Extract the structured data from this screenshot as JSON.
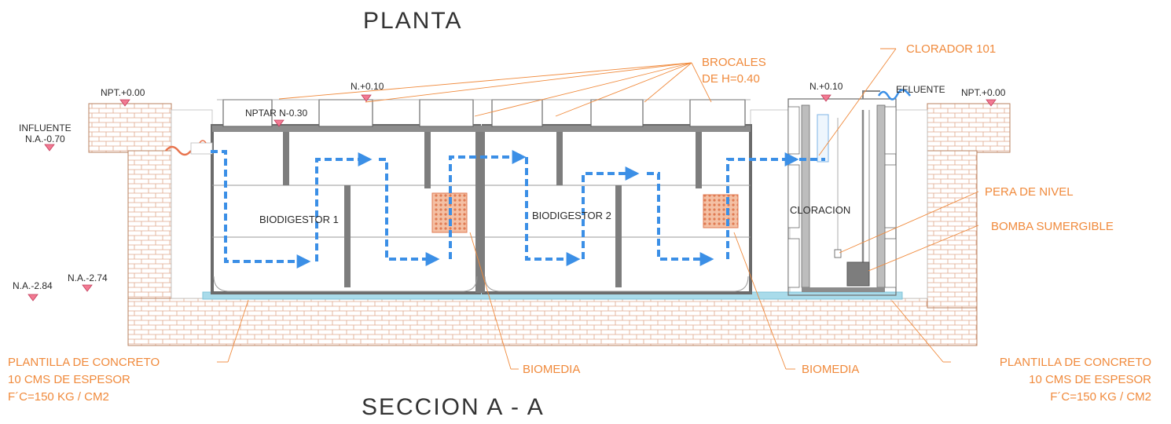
{
  "titles": {
    "top": "PLANTA",
    "bottom": "SECCION A - A"
  },
  "levels": {
    "npt_left": "NPT.+0.00",
    "n_plus_010_left": "N.+0.10",
    "nptar": "NPTAR N-0.30",
    "influente": "INFLUENTE",
    "na_070": "N.A.-0.70",
    "n_plus_010_right": "N.+0.10",
    "efluente": "EFLUENTE",
    "npt_right": "NPT.+0.00",
    "na_284": "N.A.-2.84",
    "na_274": "N.A.-2.74"
  },
  "tanks": {
    "bio1": "BIODIGESTOR 1",
    "bio2": "BIODIGESTOR 2",
    "cloracion": "CLORACION"
  },
  "callouts": {
    "brocales_1": "BROCALES",
    "brocales_2": "DE H=0.40",
    "clorador": "CLORADOR 101",
    "pera": "PERA DE NIVEL",
    "bomba": "BOMBA SUMERGIBLE",
    "plantilla_left": [
      "PLANTILLA DE CONCRETO",
      "10 CMS DE ESPESOR",
      "F´C=150 KG / CM2"
    ],
    "biomedia_1": "BIOMEDIA",
    "biomedia_2": "BIOMEDIA",
    "plantilla_right": [
      "PLANTILLA DE CONCRETO",
      "10 CMS DE ESPESOR",
      "F´C=150 KG / CM2"
    ]
  },
  "colors": {
    "callout": "#f08a3c",
    "flow": "#3b8fe6",
    "structure": "#6b6b6b",
    "soil_hatch": "#d79a7a",
    "biomedia": "#e07a52",
    "concrete_base": "#a9dbea",
    "level_marker": "#e0506a"
  }
}
